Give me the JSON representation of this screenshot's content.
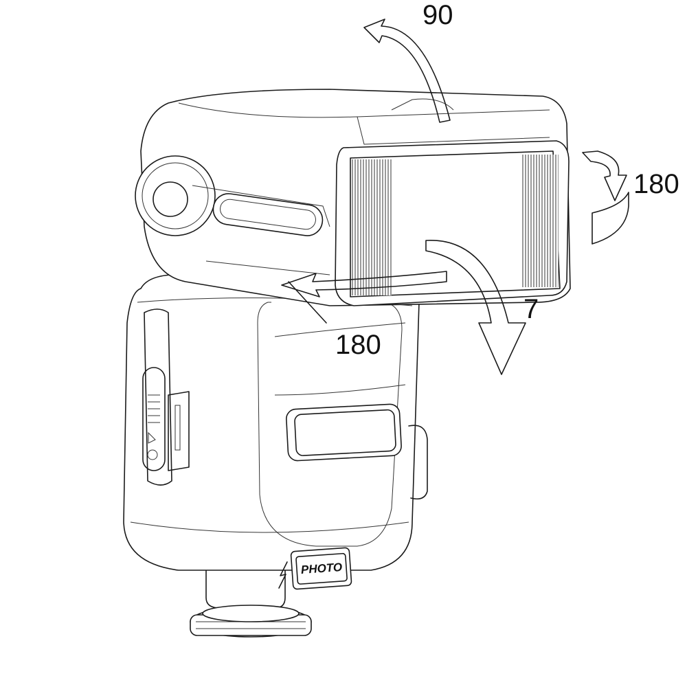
{
  "labels": {
    "tilt_up": "90",
    "rotate_right": "180",
    "rotate_left": "180",
    "tilt_down": "7"
  },
  "button_text": "PHOTO",
  "colors": {
    "line": "#1a1a1a",
    "background": "#ffffff"
  }
}
